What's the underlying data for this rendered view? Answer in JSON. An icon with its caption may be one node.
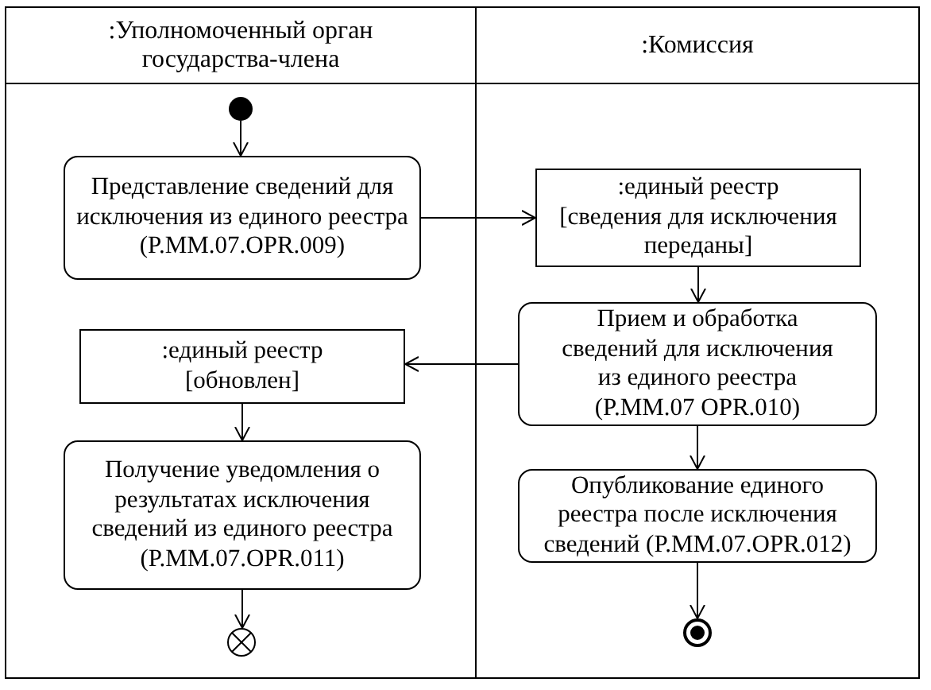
{
  "diagram": {
    "nodes": [
      {
        "text": [
          ":Уполномоченный орган государства-члена"
        ]
      },
      {
        "text": [
          ":Комиссия"
        ]
      },
      {
        "text": [],
        "shape": "dot",
        "in": 0
      },
      {
        "text": [
          "Представление сведений для исключения из единого реестра (P.MM.07.OPR.009)"
        ],
        "in": 0
      },
      {
        "text": [
          ":единый реестр",
          "[сведения для исключения переданы]"
        ],
        "in": 1
      },
      {
        "text": [
          "Прием и обработка сведений для исключения из единого реестра (P.MM.07 OPR.010)"
        ],
        "in": 1
      },
      {
        "text": [
          ":единый реестр",
          "[обновлен]"
        ],
        "in": 0
      },
      {
        "text": [
          "Получение уведомления о результатах исключения сведений из единого реестра (P.MM.07.OPR.011)"
        ],
        "in": 0
      },
      {
        "text": [
          "Опубликование единого реестра после исключения сведений (P.MM.07.OPR.012)"
        ],
        "in": 1
      },
      {
        "text": [],
        "shape": "cross-circle",
        "in": 0
      },
      {
        "text": [],
        "shape": "bullseye",
        "in": 1
      }
    ],
    "edges": [
      {
        "from": 2,
        "to": 3,
        "arrow": "to"
      },
      {
        "from": 3,
        "to": 4,
        "arrow": "to"
      },
      {
        "from": 4,
        "to": 5,
        "arrow": "to"
      },
      {
        "from": 5,
        "to": 6,
        "arrow": "to"
      },
      {
        "from": 6,
        "to": 7,
        "arrow": "to"
      },
      {
        "from": 7,
        "to": 9,
        "arrow": "to"
      },
      {
        "from": 5,
        "to": 8,
        "arrow": "to"
      },
      {
        "from": 8,
        "to": 10,
        "arrow": "to"
      }
    ]
  }
}
